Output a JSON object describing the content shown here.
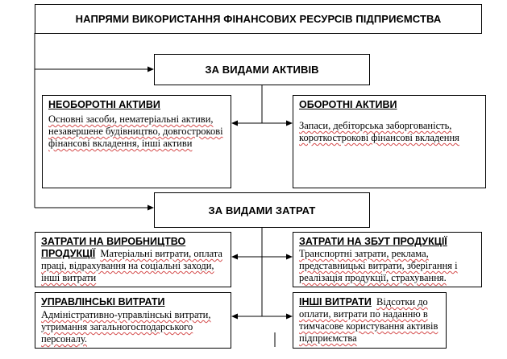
{
  "title": "НАПРЯМИ ВИКОРИСТАННЯ ФІНАНСОВИХ РЕСУРСІВ ПІДПРИЄМСТВА",
  "by_assets": {
    "title": "ЗА ВИДАМИ АКТИВІВ",
    "non_current": {
      "head": "НЕОБОРОТНІ АКТИВИ",
      "text": "Основні засоби, нематеріальні активи, незавершене будівництво, довгострокові фінансові вкладення, інші активи"
    },
    "current": {
      "head": "ОБОРОТНІ АКТИВИ",
      "text": "Запаси, дебіторська заборгованість, короткострокові фінансові вкладення"
    }
  },
  "by_costs": {
    "title": "ЗА ВИДАМИ ЗАТРАТ",
    "production": {
      "head": "ЗАТРАТИ НА ВИРОБНИЦТВО ПРОДУКЦІЇ",
      "text": "Матеріальні витрати, оплата праці, відрахування на соціальні заходи, інші витрати"
    },
    "sales": {
      "head": "ЗАТРАТИ НА ЗБУТ ПРОДУКЦІЇ",
      "text": "Транспортні затрати, реклама, представницькі витрати, зберігання і реалізація продукції, страхування."
    },
    "management": {
      "head": "УПРАВЛІНСЬКІ ВИТРАТИ",
      "text": "Адміністративно-управлінські витрати, утримання загальногосподарського персоналу."
    },
    "other": {
      "head": "ІНШІ ВИТРАТИ",
      "text": "Відсотки до оплати, витрати по наданню в тимчасове користування активів підприємства"
    }
  }
}
